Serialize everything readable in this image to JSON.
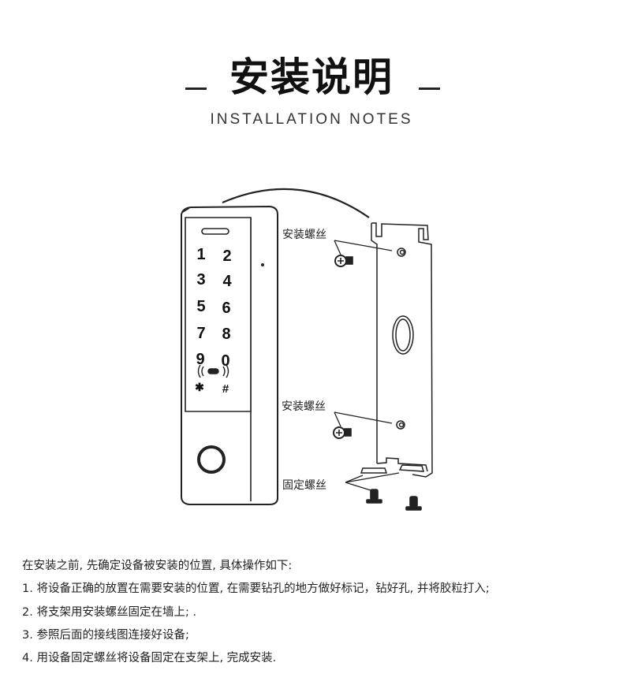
{
  "header": {
    "title": "安装说明",
    "subtitle": "INSTALLATION NOTES"
  },
  "diagram": {
    "keypad_keys": [
      "1",
      "2",
      "3",
      "4",
      "5",
      "6",
      "7",
      "8",
      "9",
      "0"
    ],
    "keypad_bottom_keys": [
      "✱",
      "#"
    ],
    "labels": {
      "mount_screw_top": "安装螺丝",
      "mount_screw_bottom": "安装螺丝",
      "fixing_screw": "固定螺丝"
    }
  },
  "instructions": {
    "intro": "在安装之前, 先确定设备被安装的位置, 具体操作如下:",
    "steps": [
      "1. 将设备正确的放置在需要安装的位置, 在需要钻孔的地方做好标记，钻好孔, 并将胶粒打入;",
      "2. 将支架用安装螺丝固定在墙上; .",
      "3. 参照后面的接线图连接好设备;",
      "4. 用设备固定螺丝将设备固定在支架上, 完成安装."
    ]
  }
}
